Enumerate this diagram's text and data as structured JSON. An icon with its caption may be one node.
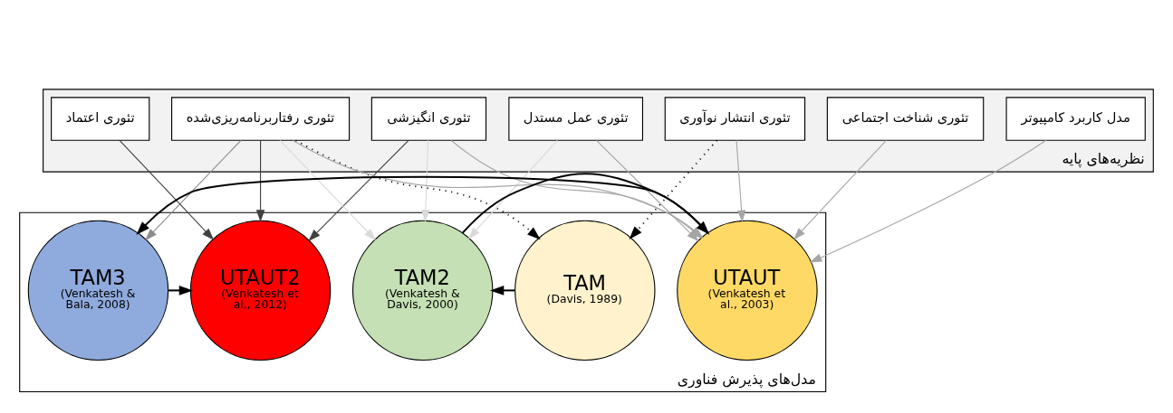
{
  "diagram": {
    "nodes": [
      {
        "text": [
          "نظریه‌های پایه"
        ]
      },
      {
        "text": [
          "تئوری عمل مستدل"
        ],
        "in": 0
      },
      {
        "text": [
          "تئوری انگیزشی"
        ],
        "in": 0
      },
      {
        "text": [
          "تئوری رفتاربرنامه‌ریزی‌شده"
        ],
        "in": 0
      },
      {
        "text": [
          "مدل کاربرد کامپیوتر"
        ],
        "in": 0
      },
      {
        "text": [
          "تئوری انتشار نوآوری"
        ],
        "in": 0
      },
      {
        "text": [
          "تئوری شناخت اجتماعی"
        ],
        "in": 0
      },
      {
        "text": [
          "تئوری اعتماد"
        ],
        "in": 0
      },
      {
        "text": [
          "مدل‌های پذیرش فناوری"
        ]
      },
      {
        "text": [
          "TAM",
          "(Davis, 1989)"
        ],
        "in": 8
      },
      {
        "text": [
          "TAM2",
          "(Venkatesh & Davis, 2000)"
        ],
        "in": 8
      },
      {
        "text": [
          "UTAUT",
          "(Venkatesh et al., 2003)"
        ],
        "in": 8
      },
      {
        "text": [
          "TAM3",
          "(Venkatesh & Bala, 2008)"
        ],
        "in": 8
      },
      {
        "text": [
          "UTAUT2",
          "(Venkatesh et al., 2012)"
        ],
        "in": 8
      }
    ],
    "edges": [
      {
        "from": 1,
        "to": 10,
        "arrow": "to",
        "color": "#d9d9d9"
      },
      {
        "from": 1,
        "to": 11,
        "arrow": "to",
        "color": "#a6a6a6"
      },
      {
        "from": 2,
        "to": 10,
        "arrow": "to",
        "color": "#d9d9d9"
      },
      {
        "from": 2,
        "to": 11,
        "arrow": "to",
        "color": "#a6a6a6"
      },
      {
        "from": 2,
        "to": 13,
        "arrow": "to",
        "color": "#404040"
      },
      {
        "from": 3,
        "to": 9,
        "arrow": "to",
        "style": "dashed",
        "color": "#000000"
      },
      {
        "from": 3,
        "to": 10,
        "arrow": "to",
        "color": "#d9d9d9"
      },
      {
        "from": 3,
        "to": 11,
        "arrow": "to",
        "color": "#a6a6a6"
      },
      {
        "from": 3,
        "to": 12,
        "arrow": "to",
        "color": "#8c8c8c"
      },
      {
        "from": 3,
        "to": 13,
        "arrow": "to",
        "color": "#404040"
      },
      {
        "from": 4,
        "to": 11,
        "arrow": "to",
        "color": "#a6a6a6"
      },
      {
        "from": 5,
        "to": 9,
        "arrow": "to",
        "style": "dashed",
        "color": "#000000"
      },
      {
        "from": 5,
        "to": 11,
        "arrow": "to",
        "color": "#a6a6a6"
      },
      {
        "from": 6,
        "to": 11,
        "arrow": "to",
        "color": "#a6a6a6"
      },
      {
        "from": 7,
        "to": 13,
        "arrow": "to",
        "color": "#404040"
      },
      {
        "from": 9,
        "to": 10,
        "arrow": "to",
        "color": "#000000"
      },
      {
        "from": 10,
        "to": 11,
        "arrow": "to",
        "color": "#000000"
      },
      {
        "from": 11,
        "to": 12,
        "arrow": "to",
        "color": "#000000"
      },
      {
        "from": 12,
        "to": 13,
        "arrow": "to",
        "color": "#000000"
      }
    ]
  }
}
